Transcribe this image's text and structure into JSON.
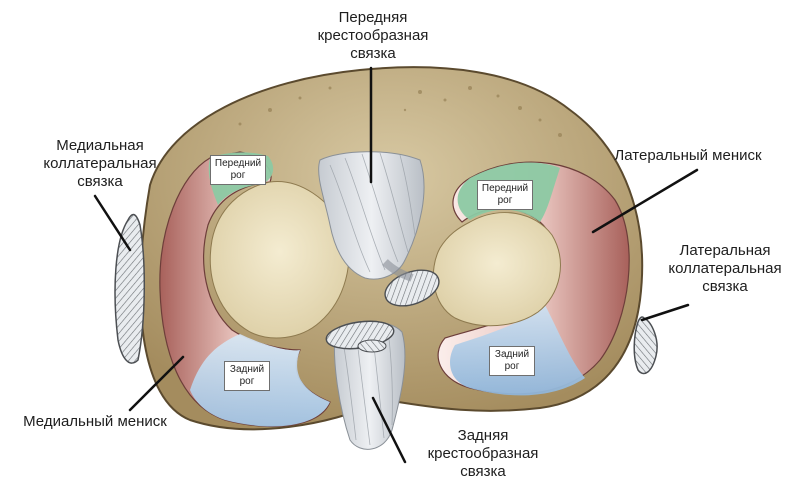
{
  "labels": {
    "acl": [
      "Передняя",
      "крестообразная",
      "связка"
    ],
    "mcl": [
      "Медиальная",
      "коллатеральная",
      "связка"
    ],
    "lateral_meniscus": "Латеральный мениск",
    "lcl": [
      "Латеральная",
      "коллатеральная",
      "связка"
    ],
    "medial_meniscus": "Медиальный мениск",
    "pcl": [
      "Задняя",
      "крестообразная",
      "связка"
    ]
  },
  "tags": {
    "medial_anterior_horn": [
      "Передний",
      "рог"
    ],
    "lateral_anterior_horn": [
      "Передний",
      "рог"
    ],
    "medial_posterior_horn": [
      "Задний",
      "рог"
    ],
    "lateral_posterior_horn": [
      "Задний",
      "рог"
    ]
  },
  "colors": {
    "bone_surface": "#b5a077",
    "meniscus_body": "#c98a84",
    "meniscus_highlight": "#f3dcd8",
    "anterior_horn": "#8cc9a3",
    "posterior_horn": "#a9c9e6",
    "plateau_cartilage": "#efe4c3",
    "ligament": "#d9dde2",
    "leader_line": "#111111"
  }
}
